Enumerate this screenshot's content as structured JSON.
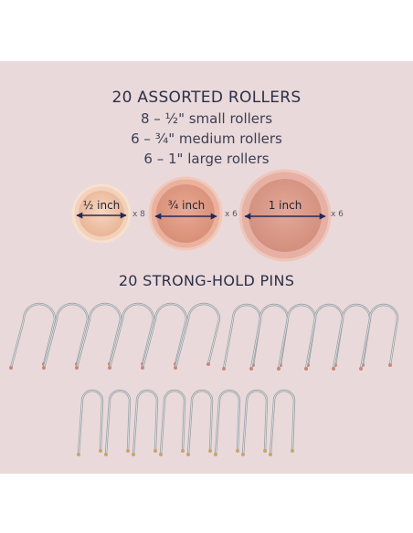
{
  "header": {
    "title": "20 ASSORTED ROLLERS",
    "line1": "8 – ½\" small rollers",
    "line2": "6 – ¾\" medium rollers",
    "line3": "6 – 1\" large rollers"
  },
  "rollers": [
    {
      "label": "½ inch",
      "multiplier": "x 8",
      "color": "#f0c4a6"
    },
    {
      "label": "¾ inch",
      "multiplier": "x 6",
      "color": "#e4a38e"
    },
    {
      "label": "1 inch",
      "multiplier": "x 6",
      "color": "#dea191"
    }
  ],
  "pins_title": "20 STRONG-HOLD PINS",
  "pins": {
    "count": 20,
    "large_tip_color": "#c8877c",
    "small_tip_color": "#c9a46a"
  }
}
